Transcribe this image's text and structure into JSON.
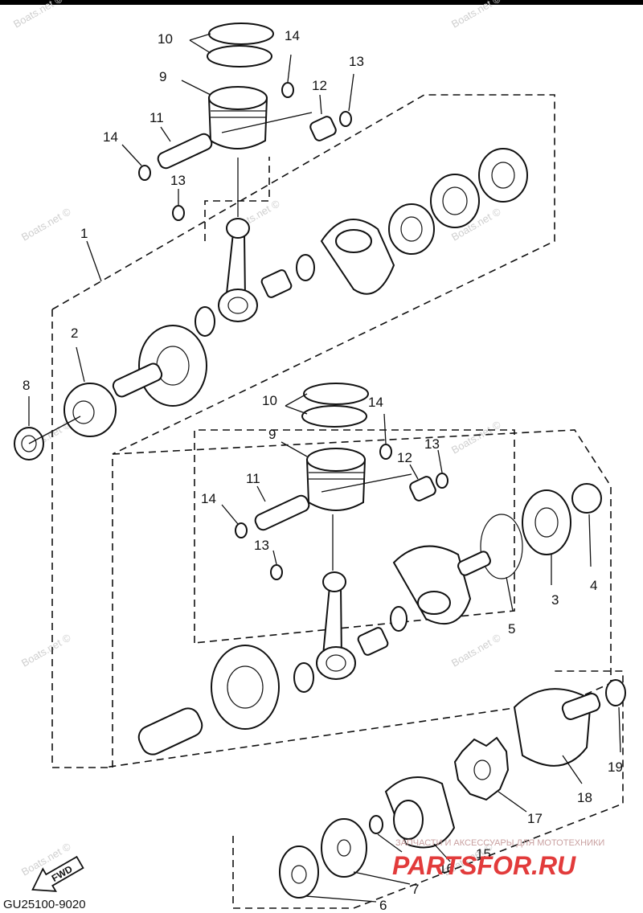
{
  "diagram": {
    "part_code": "GU25100-9020",
    "fwd_label": "FWD",
    "watermark": "Boats.net ©",
    "brand_tagline": "ЗАПЧАСТИ И АКСЕССУАРЫ ДЛЯ МОТОТЕХНИКИ",
    "brand_name": "PARTSFOR.RU",
    "callouts": {
      "upper_10": "10",
      "upper_14a": "14",
      "upper_9": "9",
      "upper_13a": "13",
      "upper_12": "12",
      "upper_11": "11",
      "upper_14b": "14",
      "upper_13b": "13",
      "p1": "1",
      "p2": "2",
      "p8": "8",
      "lower_10": "10",
      "lower_14a": "14",
      "lower_9": "9",
      "lower_13a": "13",
      "lower_11": "11",
      "lower_12": "12",
      "lower_14b": "14",
      "lower_13b": "13",
      "p3": "3",
      "p4": "4",
      "p5": "5",
      "p19": "19",
      "p18": "18",
      "p17": "17",
      "p16": "16",
      "p15": "15",
      "p7": "7",
      "p6": "6"
    }
  }
}
